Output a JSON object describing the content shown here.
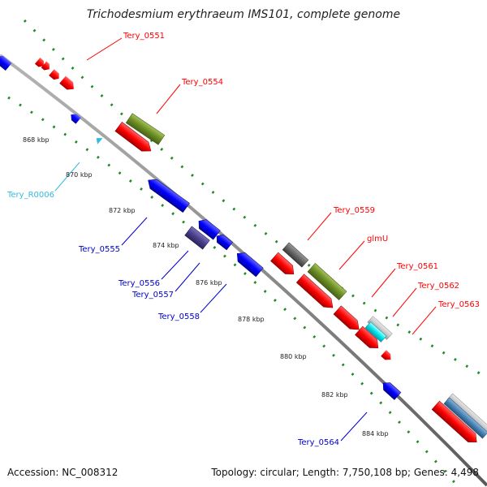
{
  "title": "Trichodesmium erythraeum IMS101, complete genome",
  "footer": {
    "accession": "Accession: NC_008312",
    "summary": "Topology: circular; Length: 7,750,108 bp; Genes: 4,498"
  },
  "ticks": [
    "868 kbp",
    "870 kbp",
    "872 kbp",
    "874 kbp",
    "876 kbp",
    "878 kbp",
    "880 kbp",
    "882 kbp",
    "884 kbp"
  ],
  "labels": {
    "tery_0551": "Tery_0551",
    "tery_0554": "Tery_0554",
    "tery_r0006": "Tery_R0006",
    "tery_0555": "Tery_0555",
    "tery_0556": "Tery_0556",
    "tery_0557": "Tery_0557",
    "tery_0558": "Tery_0558",
    "tery_0559": "Tery_0559",
    "glmu": "glmU",
    "tery_0561": "Tery_0561",
    "tery_0562": "Tery_0562",
    "tery_0563": "Tery_0563",
    "tery_0564": "Tery_0564"
  },
  "colors": {
    "backbone": "#8c8c8c",
    "forward_cds": "#ff0000",
    "reverse_cds": "#0000ff",
    "rna_label": "#33bbdd",
    "green_track": "#6b8e23",
    "gray_track": "#666666",
    "purple_feature": "#4a3f8a",
    "cyan_feature": "#00e5ee",
    "dotted_track": "#228b22"
  }
}
